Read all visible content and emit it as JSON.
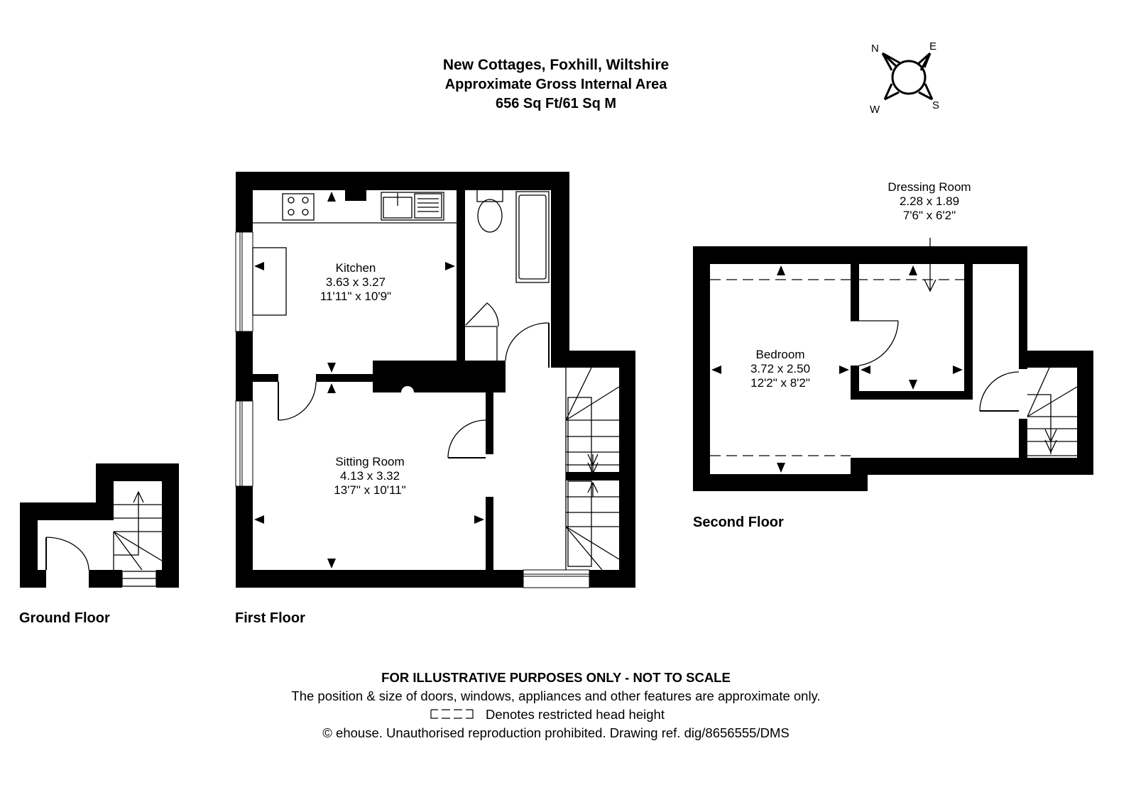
{
  "header": {
    "title": "New Cottages, Foxhill, Wiltshire",
    "subtitle": "Approximate Gross Internal Area",
    "area": "656 Sq Ft/61 Sq M"
  },
  "compass": {
    "n": "N",
    "e": "E",
    "s": "S",
    "w": "W"
  },
  "floors": {
    "ground": "Ground Floor",
    "first": "First Floor",
    "second": "Second Floor"
  },
  "rooms": {
    "kitchen": {
      "name": "Kitchen",
      "metric": "3.63 x 3.27",
      "imperial": "11'11\" x 10'9\""
    },
    "sitting": {
      "name": "Sitting Room",
      "metric": "4.13 x 3.32",
      "imperial": "13'7\" x 10'11\""
    },
    "bedroom": {
      "name": "Bedroom",
      "metric": "3.72 x 2.50",
      "imperial": "12'2\" x 8'2\""
    },
    "dressing": {
      "name": "Dressing Room",
      "metric": "2.28 x 1.89",
      "imperial": "7'6\" x 6'2\""
    }
  },
  "footer": {
    "disclaimer": "FOR ILLUSTRATIVE PURPOSES ONLY - NOT TO SCALE",
    "note": "The position & size of doors, windows, appliances and other features are approximate only.",
    "legend": "Denotes restricted head height",
    "copyright": "© ehouse. Unauthorised reproduction prohibited. Drawing ref. dig/8656555/DMS"
  }
}
